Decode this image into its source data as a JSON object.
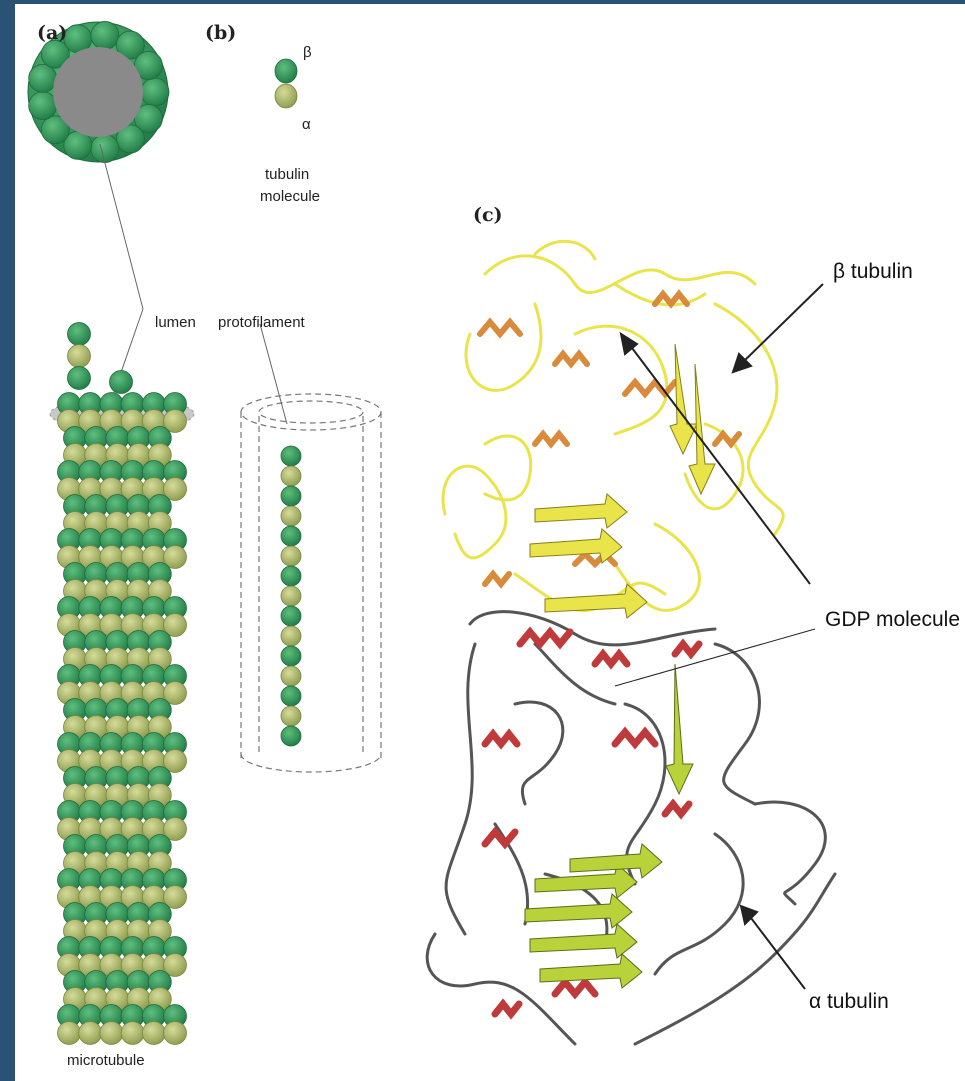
{
  "panels": {
    "a": {
      "letter": "(a)",
      "lumen_label": "lumen",
      "microtubule_label": "microtubule"
    },
    "b": {
      "letter": "(b)",
      "beta_symbol": "β",
      "alpha_symbol": "α",
      "tubulin_label_line1": "tubulin",
      "tubulin_label_line2": "molecule",
      "protofilament_label": "protofilament"
    },
    "c": {
      "letter": "(c)",
      "beta_tubulin_label": "β tubulin",
      "gdp_label": "GDP molecule",
      "alpha_tubulin_label": "α tubulin"
    }
  },
  "colors": {
    "frame": "#2a5275",
    "dark_green": "#2e8b57",
    "light_green": "#a7b26a",
    "lumen_gray": "#8a8a8a",
    "beta_yellow": "#e8e44a",
    "beta_orange": "#d98a3a",
    "alpha_red": "#c0393b",
    "alpha_lime": "#b8d23a",
    "coil_gray": "#555555"
  }
}
